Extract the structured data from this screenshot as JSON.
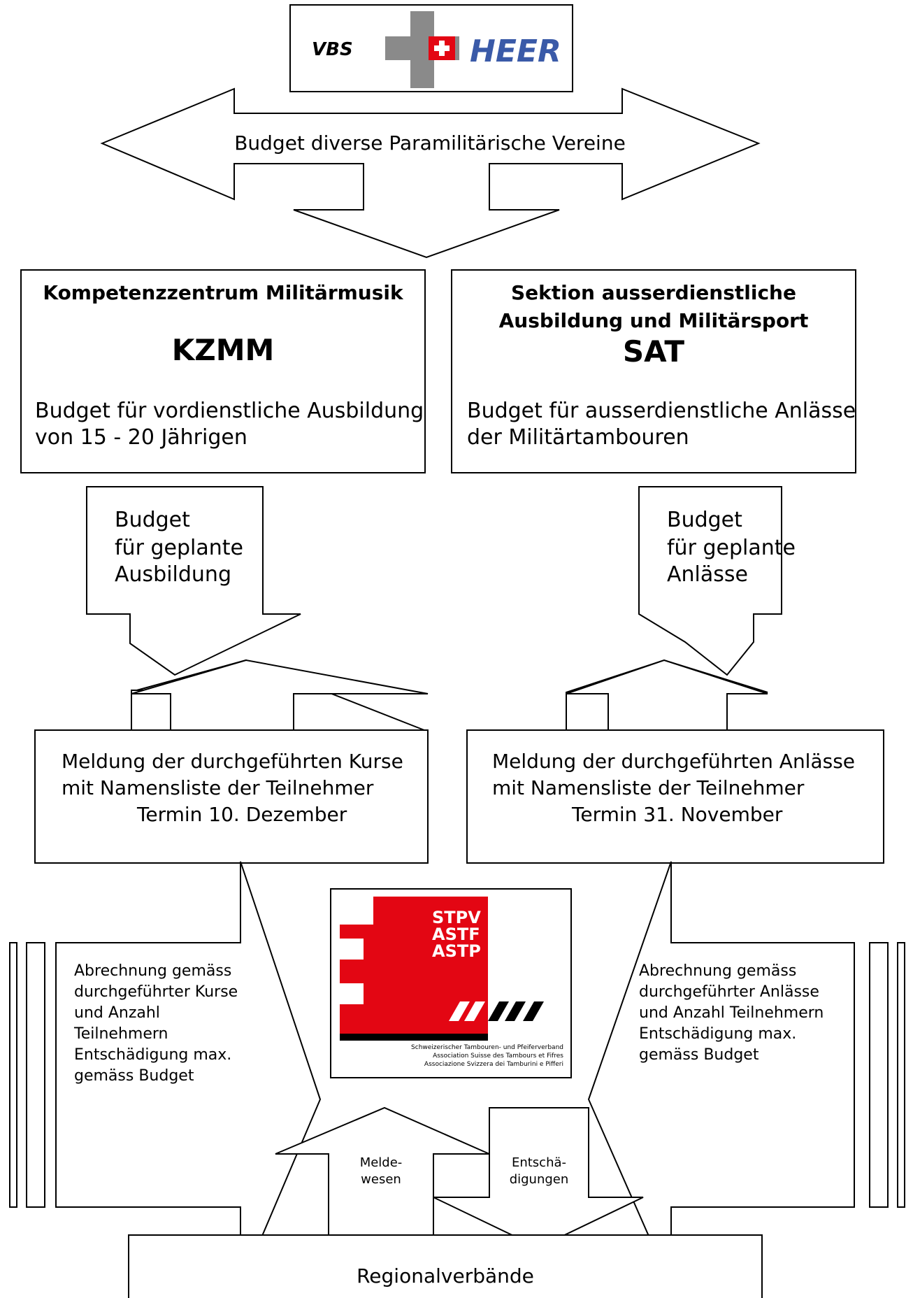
{
  "logos": {
    "vbs_heer": {
      "left": "VBS",
      "right": "HEER"
    },
    "stpv": {
      "codes": [
        "STPV",
        "ASTF",
        "ASTP"
      ],
      "caption": [
        "Schweizerischer Tambouren- und Pfeiferverband",
        "Association Suisse des Tambours et Fifres",
        "Associazione Svizzera dei Tamburini e Pifferi"
      ]
    }
  },
  "top_arrow": {
    "label": "Budget diverse Paramilitärische Vereine"
  },
  "kzmm": {
    "heading": "Kompetenzzentrum Militärmusik",
    "acronym": "KZMM",
    "desc": [
      "Budget für vordienstliche Ausbildung",
      "von 15 - 20 Jährigen"
    ]
  },
  "sat": {
    "heading": [
      "Sektion ausserdienstliche",
      "Ausbildung und Militärsport"
    ],
    "acronym": "SAT",
    "desc": [
      "Budget für ausserdienstliche Anlässe",
      "der Militärtambouren"
    ]
  },
  "left_budget_arrow": {
    "lines": [
      "Budget",
      "für geplante",
      "Ausbildung"
    ]
  },
  "right_budget_arrow": {
    "lines": [
      "Budget",
      "für geplante",
      "Anlässe"
    ]
  },
  "left_report": {
    "lines": [
      "Meldung der durchgeführten Kurse",
      "mit Namensliste der Teilnehmer",
      "Termin 10. Dezember"
    ]
  },
  "right_report": {
    "lines": [
      "Meldung der durchgeführten Anlässe",
      "mit Namensliste der Teilnehmer",
      "Termin 31. November"
    ]
  },
  "left_settlement": {
    "lines": [
      "Abrechnung gemäss",
      "durchgeführter Kurse",
      "und Anzahl",
      "Teilnehmern",
      "Entschädigung max.",
      "gemäss Budget"
    ]
  },
  "right_settlement": {
    "lines": [
      "Abrechnung gemäss",
      "durchgeführter Anlässe",
      "und Anzahl Teilnehmern",
      "Entschädigung max.",
      "gemäss Budget"
    ]
  },
  "up_arrow": {
    "lines": [
      "Melde-",
      "wesen"
    ]
  },
  "down_arrow": {
    "lines": [
      "Entschä-",
      "digungen"
    ]
  },
  "bottom": {
    "label": "Regionalverbände"
  },
  "colors": {
    "stroke": "#000000",
    "swiss_red": "#e30613",
    "logo_grey": "#8a8a8a"
  }
}
